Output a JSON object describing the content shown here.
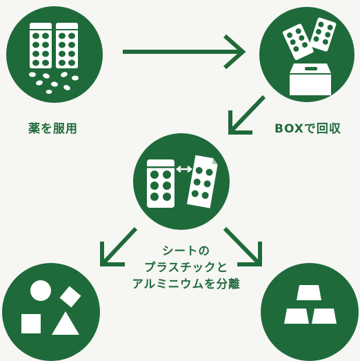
{
  "steps": {
    "take_medicine": "薬を服用",
    "collect_box": "BOXで回収"
  },
  "separate": {
    "line1": "シートの",
    "line2": "プラスチックと",
    "line3": "アルミニウムを分離"
  },
  "colors": {
    "green": "#1f6a3a",
    "background": "#f6f6f3",
    "white": "#ffffff"
  }
}
